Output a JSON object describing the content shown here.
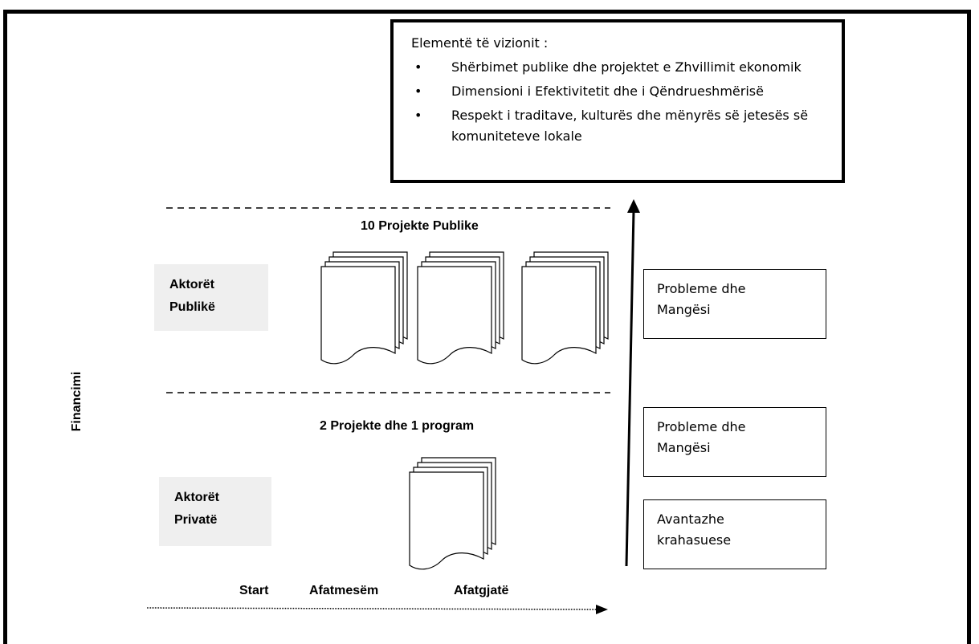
{
  "vision": {
    "title": "Elementë të vizionit :",
    "items": [
      "Shërbimet publike dhe projektet e Zhvillimit ekonomik",
      "Dimensioni i Efektivitetit dhe i Qëndrueshmërisë",
      "Respekt i traditave, kulturës dhe mënyrës së jetesës së komuniteteve  lokale"
    ]
  },
  "public": {
    "heading": "10 Projekte Publike",
    "actor_line1": "Aktorët",
    "actor_line2": "Publikë"
  },
  "private": {
    "heading": "2 Projekte dhe 1 program",
    "actor_line1": "Aktorët",
    "actor_line2": "Privatë"
  },
  "side_boxes": [
    {
      "line1": "Probleme dhe",
      "line2": "Mangësi"
    },
    {
      "line1": "Probleme dhe",
      "line2": "Mangësi"
    },
    {
      "line1": "Avantazhe",
      "line2": "krahasuese"
    }
  ],
  "y_axis_label": "Financimi",
  "timeline": {
    "start": "Start",
    "mid": "Afatmesëm",
    "long": "Afatgjatë"
  }
}
